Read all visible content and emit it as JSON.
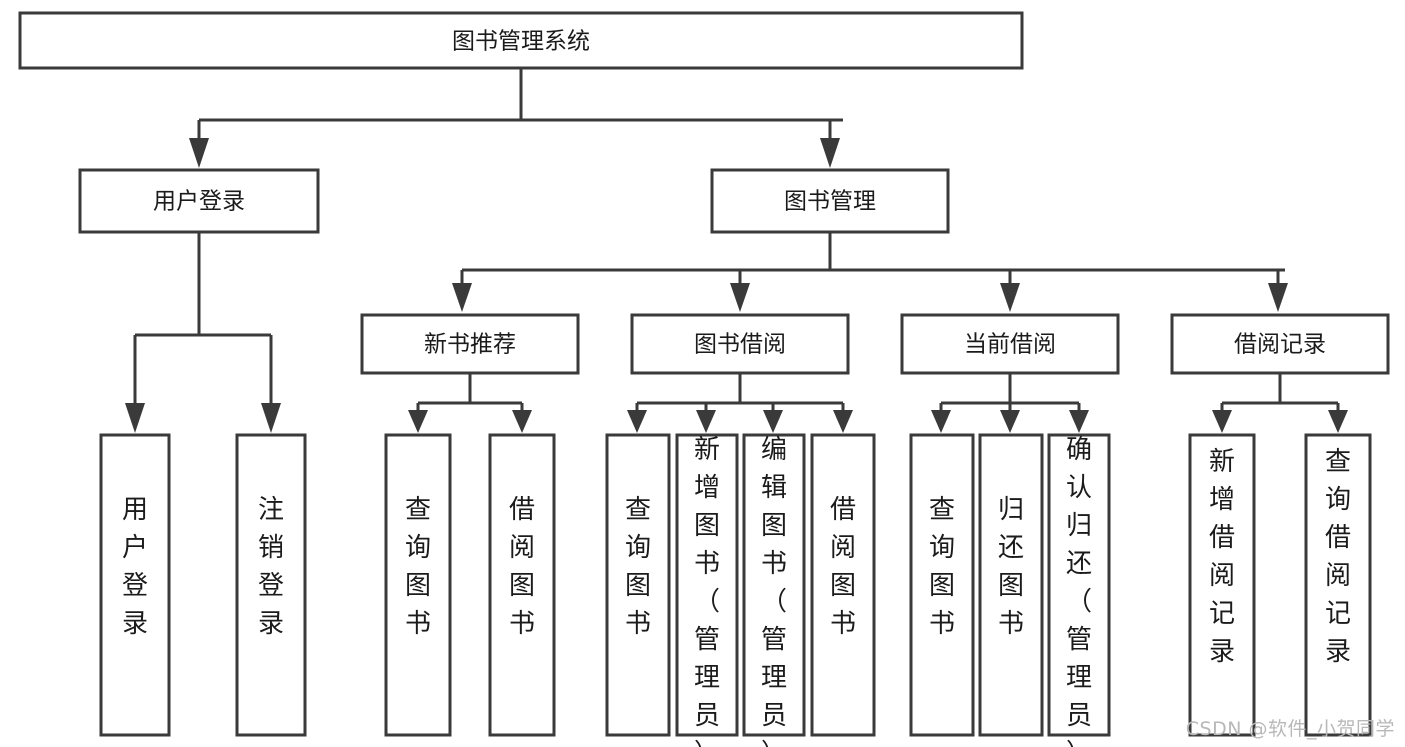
{
  "diagram": {
    "title": "图书管理系统",
    "type": "hierarchy-tree",
    "watermark": "CSDN @软件_小贺同学",
    "colors": {
      "stroke": "#3a3a3a",
      "box_fill": "#ffffff",
      "text": "#1b1b1b",
      "watermark": "#b8b8b8",
      "background": "#ffffff"
    },
    "levels": {
      "root": {
        "label": "图书管理系统"
      },
      "level2": [
        {
          "label": "用户登录"
        },
        {
          "label": "图书管理"
        }
      ],
      "level3": [
        {
          "label": "新书推荐"
        },
        {
          "label": "图书借阅"
        },
        {
          "label": "当前借阅"
        },
        {
          "label": "借阅记录"
        }
      ],
      "level4": [
        {
          "label": "用户登录",
          "parent": "用户登录"
        },
        {
          "label": "注销登录",
          "parent": "用户登录"
        },
        {
          "label": "查询图书",
          "parent": "新书推荐"
        },
        {
          "label": "借阅图书",
          "parent": "新书推荐"
        },
        {
          "label": "查询图书",
          "parent": "图书借阅"
        },
        {
          "label": "新增图书（管理员）",
          "parent": "图书借阅"
        },
        {
          "label": "编辑图书（管理员）",
          "parent": "图书借阅"
        },
        {
          "label": "借阅图书",
          "parent": "图书借阅"
        },
        {
          "label": "查询图书",
          "parent": "当前借阅"
        },
        {
          "label": "归还图书",
          "parent": "当前借阅"
        },
        {
          "label": "确认归还（管理员）",
          "parent": "当前借阅"
        },
        {
          "label": "新增借阅记录",
          "parent": "借阅记录"
        },
        {
          "label": "查询借阅记录",
          "parent": "借阅记录"
        }
      ]
    }
  }
}
